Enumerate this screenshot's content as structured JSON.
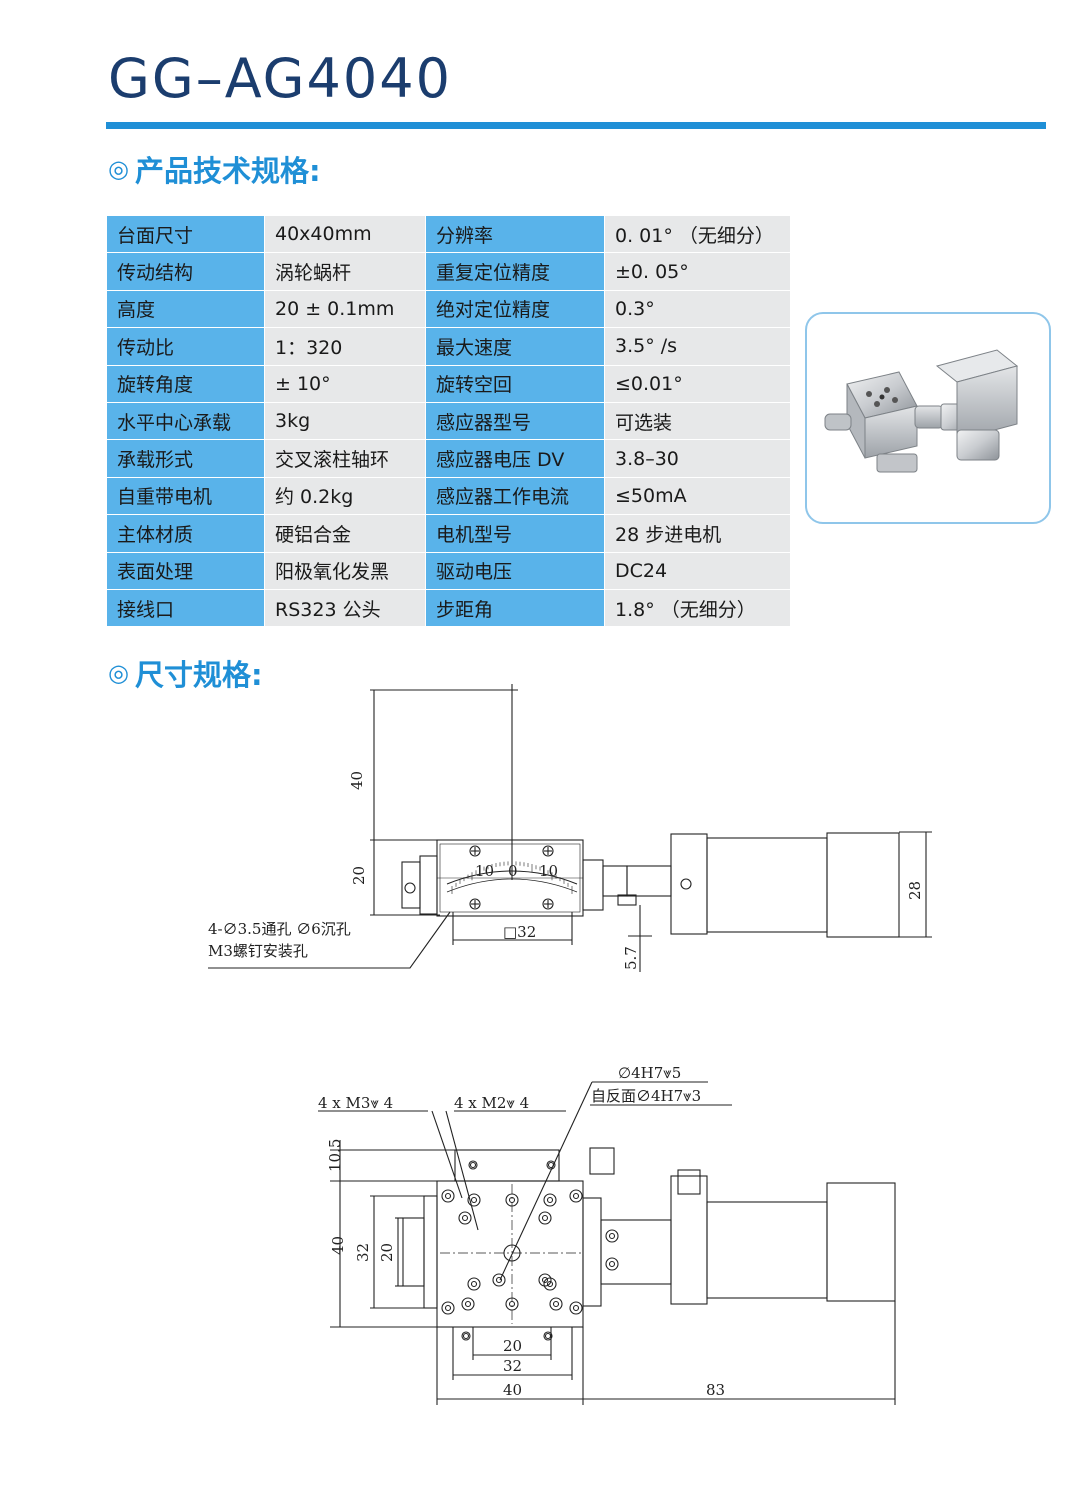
{
  "title": "GG–AG4040",
  "sections": {
    "spec": {
      "bullet": "◎",
      "label": "产品技术规格:"
    },
    "dims": {
      "bullet": "◎",
      "label": "尺寸规格:"
    }
  },
  "spec_rows": [
    [
      "台面尺寸",
      "40x40mm",
      "分辨率",
      "0. 01° （无细分）"
    ],
    [
      "传动结构",
      "涡轮蜗杆",
      "重复定位精度",
      "±0. 05°"
    ],
    [
      "高度",
      "20 ± 0.1mm",
      "绝对定位精度",
      "0.3°"
    ],
    [
      "传动比",
      "1：320",
      "最大速度",
      "3.5° /s"
    ],
    [
      "旋转角度",
      "± 10°",
      "旋转空回",
      "≤0.01°"
    ],
    [
      "水平中心承载",
      "3kg",
      "感应器型号",
      "可选装"
    ],
    [
      "承载形式",
      "交叉滚柱轴环",
      "感应器电压 DV",
      "3.8–30"
    ],
    [
      "自重带电机",
      "约 0.2kg",
      "感应器工作电流",
      "≤50mA"
    ],
    [
      "主体材质",
      "硬铝合金",
      "电机型号",
      "28 步进电机"
    ],
    [
      "表面处理",
      "阳极氧化发黑",
      "驱动电压",
      "DC24"
    ],
    [
      "接线口",
      "RS323 公头",
      "步距角",
      "1.8° （无细分）"
    ]
  ],
  "drawing_front": {
    "dim_40": "40",
    "dim_20": "20",
    "dim_28": "28",
    "dim_57": "5.7",
    "dim_sq32": "□32",
    "scale_left": "10",
    "scale_mid": "0",
    "scale_right": "10",
    "note_line1": "4-∅3.5通孔 ∅6沉孔",
    "note_line2": "M3螺钉安装孔"
  },
  "drawing_top": {
    "note_m3": "4 x  M3⩔ 4",
    "note_m2": "4 x  M2⩔ 4",
    "note_h7": "∅4H7⩔5",
    "note_h7_back": "自反面∅4H7⩔3",
    "dim_105": "10.5",
    "dim_40v": "40",
    "dim_32v": "32",
    "dim_20v": "20",
    "dim_20h": "20",
    "dim_32h": "32",
    "dim_40h": "40",
    "dim_83": "83"
  },
  "colors": {
    "accent": "#1f8fd6",
    "title": "#1b3d6e",
    "label_cell": "#59b3ea",
    "value_cell": "#e7e8e9"
  }
}
